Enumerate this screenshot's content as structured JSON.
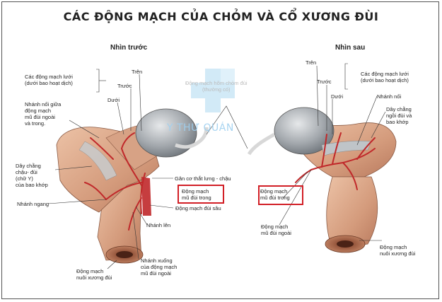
{
  "title": "CÁC ĐỘNG MẠCH CỦA CHỎM VÀ CỔ XƯƠNG ĐÙI",
  "views": {
    "front": "Nhìn trước",
    "back": "Nhìn sau"
  },
  "watermark": "Y THƯ QUÁN",
  "center_label": "Động mạch hõm chỏm đùi\n(thường có)",
  "front_labels": {
    "tren": "Trên",
    "truoc": "Trước",
    "duoi": "Dưới",
    "luoi": "Các động mạch lưới\n(dưới bao hoạt dịch)",
    "noi": "Nhánh nối giữa\nđộng mạch\nmũ đùi ngoài\nvà trong.",
    "day_chang": "Dây chằng\nchậu- đùi\n(chữ Y)\ncủa bao khớp",
    "ngang": "Nhánh ngang",
    "gan_co": "Gân cơ thắt lưng - chậu",
    "mu_trong": "Động mạch\nmũ đùi trong",
    "dui_sau": "Động mạch đùi sâu",
    "len": "Nhánh lên",
    "xuong": "Nhánh xuống\ncủa động mạch\nmũ đùi ngoài",
    "nuoi": "Động mạch\nnuôi xương đùi"
  },
  "back_labels": {
    "tren": "Trên",
    "truoc": "Trước",
    "duoi": "Dưới",
    "luoi": "Các động mạch lưới\n(dưới bao hoạt dịch)",
    "noi": "Nhánh nối",
    "day_chang": "Dây chằng\nngồi đùi và\nbao khớp",
    "mu_trong": "Động mạch\nmũ đùi trong",
    "mu_ngoai": "Động mạch\nmũ đùi ngoài",
    "nuoi": "Động mạch\nnuôi xương đùi"
  },
  "colors": {
    "highlight_box": "#d21f26",
    "artery": "#c0282a",
    "bone": "#d9a487",
    "head": "#9aa0a6"
  }
}
